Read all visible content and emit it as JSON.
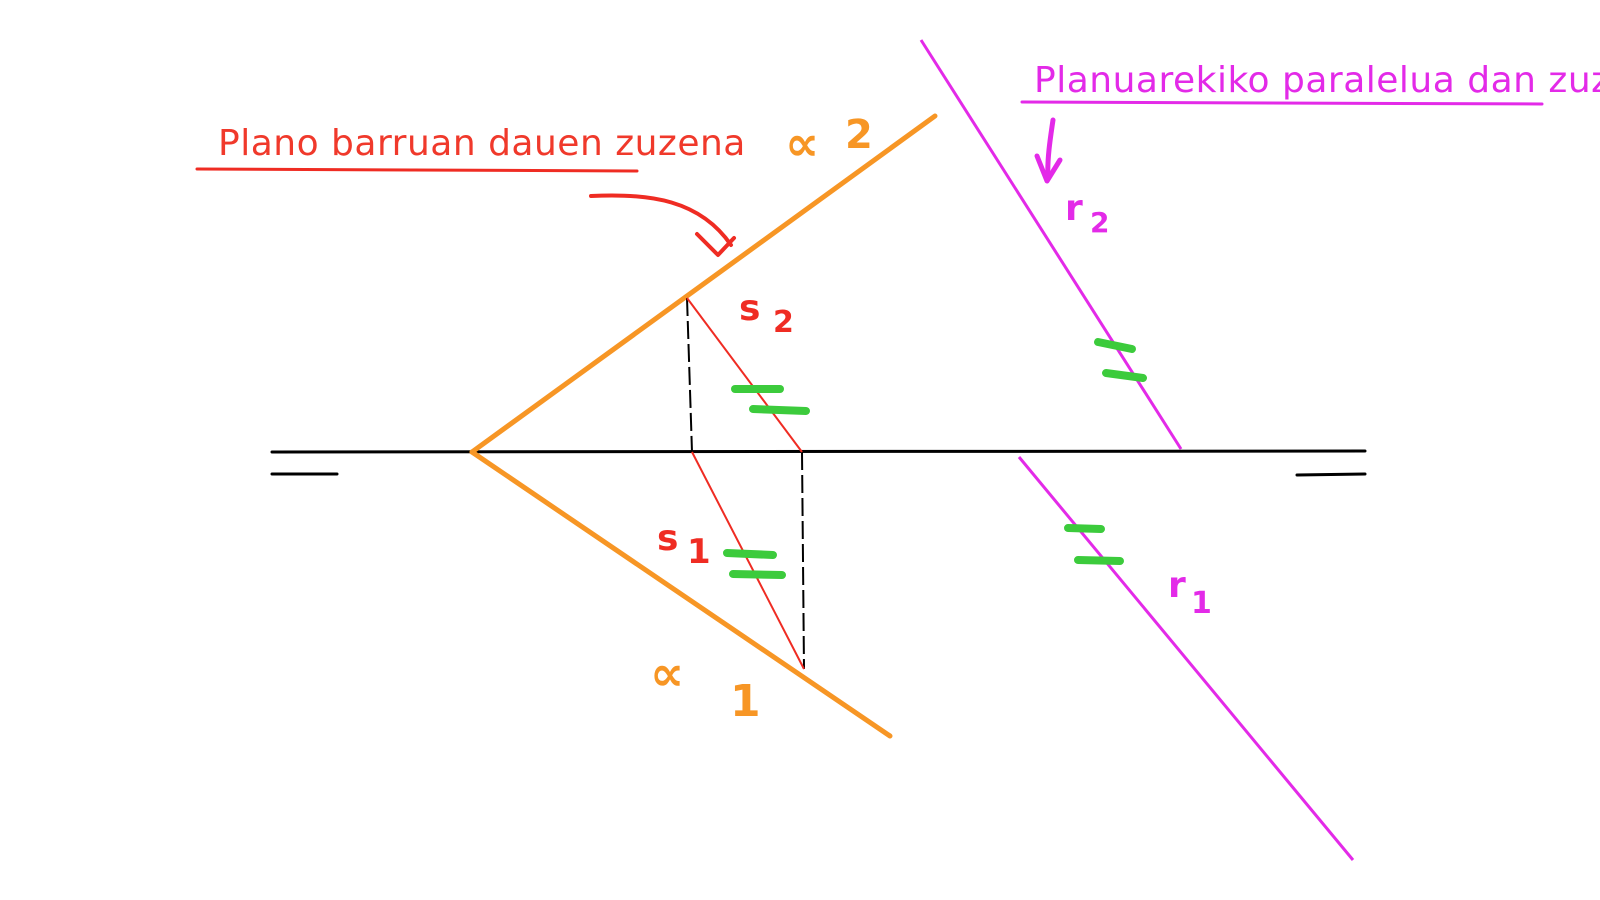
{
  "diagram": {
    "titles": {
      "in_plane_line": "Plano barruan dauen zuzena",
      "parallel_line": "Planuarekiko paralelua dan zuzena"
    },
    "labels": {
      "alpha2_symbol": "∝",
      "alpha2_index": "2",
      "alpha1_symbol": "∝",
      "alpha1_index": "1",
      "s2_letter": "s",
      "s2_index": "2",
      "s1_letter": "s",
      "s1_index": "1",
      "r2_letter": "r",
      "r2_index": "2",
      "r1_letter": "r",
      "r1_index": "1"
    },
    "colors": {
      "background": "#ffffff",
      "ground_line": "#000000",
      "plane_traces": "#f79625",
      "in_plane_line": "#ef2c23",
      "parallel_line": "#e32ae8",
      "parallel_marks": "#3ccb3c",
      "dashed_reference": "#000000"
    }
  }
}
